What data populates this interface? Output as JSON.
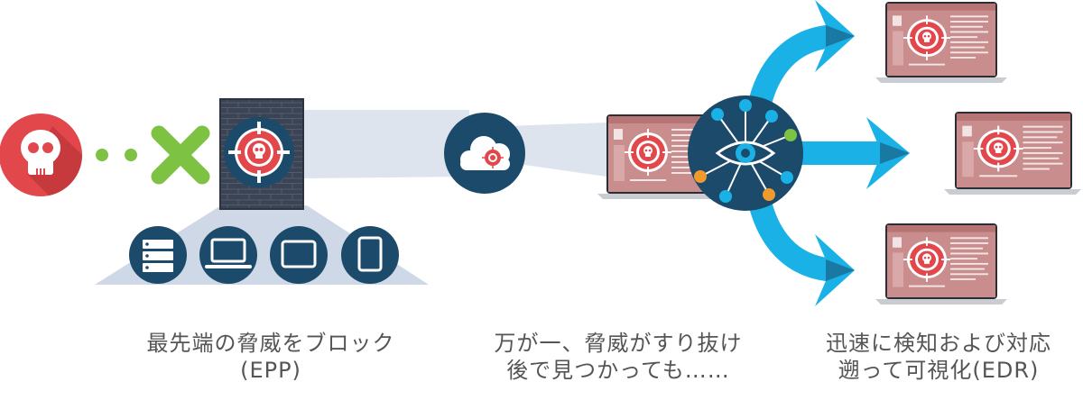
{
  "captions": {
    "epp": {
      "line1": "最先端の脅威をブロック",
      "line2": "(EPP)"
    },
    "bypass": {
      "line1": "万が一、脅威がすり抜け",
      "line2": "後で見つかっても……"
    },
    "edr": {
      "line1": "迅速に検知および対応",
      "line2": "遡って可視化(EDR)"
    }
  },
  "icons": {
    "threat": "skull-icon",
    "dots": "dotted-connector",
    "block": "x-mark-icon",
    "firewall": "firewall-target-icon",
    "cloud": "cloud-target-icon",
    "sensor": "eye-sensor-icon",
    "devices": [
      "server-icon",
      "laptop-icon",
      "tablet-landscape-icon",
      "tablet-portrait-icon"
    ]
  },
  "colors": {
    "threat_red": "#e2474b",
    "green_x": "#7dc243",
    "navy": "#1b4a6b",
    "arrow_blue": "#1ab2e6",
    "beam": "#cfd8e6",
    "caption": "#555555"
  }
}
